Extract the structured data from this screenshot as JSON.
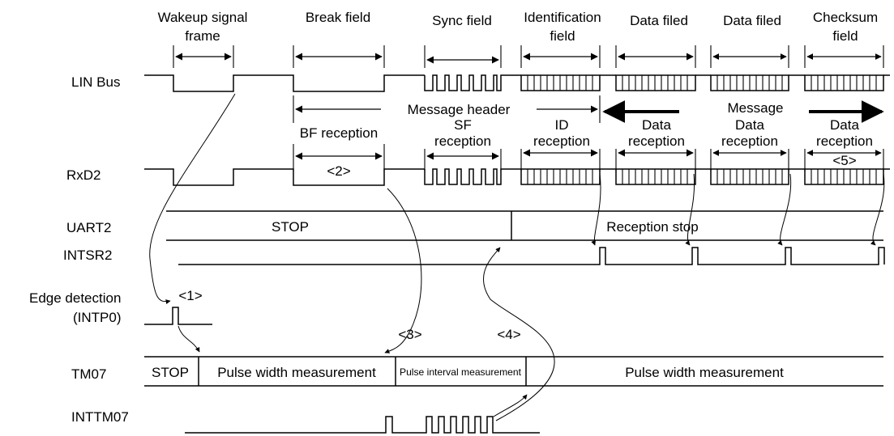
{
  "headers": {
    "wakeup_l1": "Wakeup signal",
    "wakeup_l2": "frame",
    "break": "Break field",
    "sync": "Sync field",
    "ident_l1": "Identification",
    "ident_l2": "field",
    "data1": "Data filed",
    "data2": "Data filed",
    "checksum_l1": "Checksum",
    "checksum_l2": "field"
  },
  "signals": {
    "lin_bus": "LIN Bus",
    "rxd2": "RxD2",
    "uart2": "UART2",
    "intsr2": "INTSR2",
    "edge_l1": "Edge detection",
    "edge_l2": "(INTP0)",
    "tm07": "TM07",
    "inttm07": "INTTM07"
  },
  "annotations": {
    "message_header": "Message header",
    "message_l1": "Message",
    "bf_reception": "BF reception",
    "sf_l1": "SF",
    "sf_l2": "reception",
    "id_l1": "ID",
    "id_l2": "reception",
    "data_l1": "Data",
    "data_l2": "reception",
    "step1": "<1>",
    "step2": "<2>",
    "step3": "<3>",
    "step4": "<4>",
    "step5": "<5>"
  },
  "states": {
    "uart_stop": "STOP",
    "uart_reception_stop": "Reception stop",
    "tm_stop": "STOP",
    "tm_pulse_width_1": "Pulse width measurement",
    "tm_pulse_interval": "Pulse interval measurement",
    "tm_pulse_width_2": "Pulse width measurement"
  }
}
